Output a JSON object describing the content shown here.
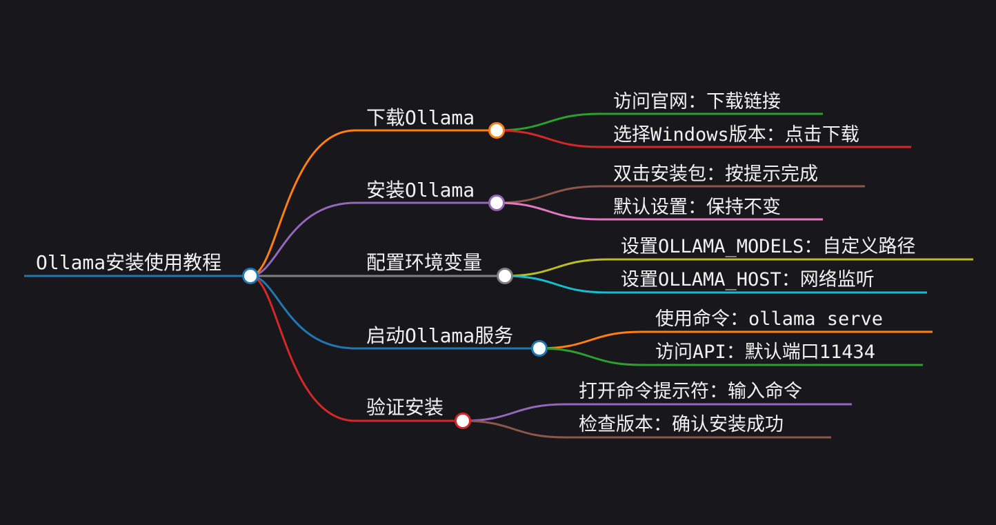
{
  "mindmap": {
    "background": "#18181c",
    "root": {
      "label": "Ollama安装使用教程",
      "color": "#1f77b4"
    },
    "branches": [
      {
        "label": "下载Ollama",
        "color": "#ff7f0e",
        "children": [
          {
            "label": "访问官网：下载链接",
            "color": "#2ca02c"
          },
          {
            "label": "选择Windows版本：点击下载",
            "color": "#d62728"
          }
        ]
      },
      {
        "label": "安装Ollama",
        "color": "#9467bd",
        "children": [
          {
            "label": "双击安装包：按提示完成",
            "color": "#8c564b"
          },
          {
            "label": "默认设置：保持不变",
            "color": "#e377c2"
          }
        ]
      },
      {
        "label": "配置环境变量",
        "color": "#7f7f7f",
        "children": [
          {
            "label": "设置OLLAMA_MODELS：自定义路径",
            "color": "#bcbd22"
          },
          {
            "label": "设置OLLAMA_HOST：网络监听",
            "color": "#17becf"
          }
        ]
      },
      {
        "label": "启动Ollama服务",
        "color": "#1f77b4",
        "children": [
          {
            "label": "使用命令：ollama serve",
            "color": "#ff7f0e"
          },
          {
            "label": "访问API：默认端口11434",
            "color": "#2ca02c"
          }
        ]
      },
      {
        "label": "验证安装",
        "color": "#d62728",
        "children": [
          {
            "label": "打开命令提示符：输入命令",
            "color": "#9467bd"
          },
          {
            "label": "检查版本：确认安装成功",
            "color": "#8c564b"
          }
        ]
      }
    ]
  }
}
